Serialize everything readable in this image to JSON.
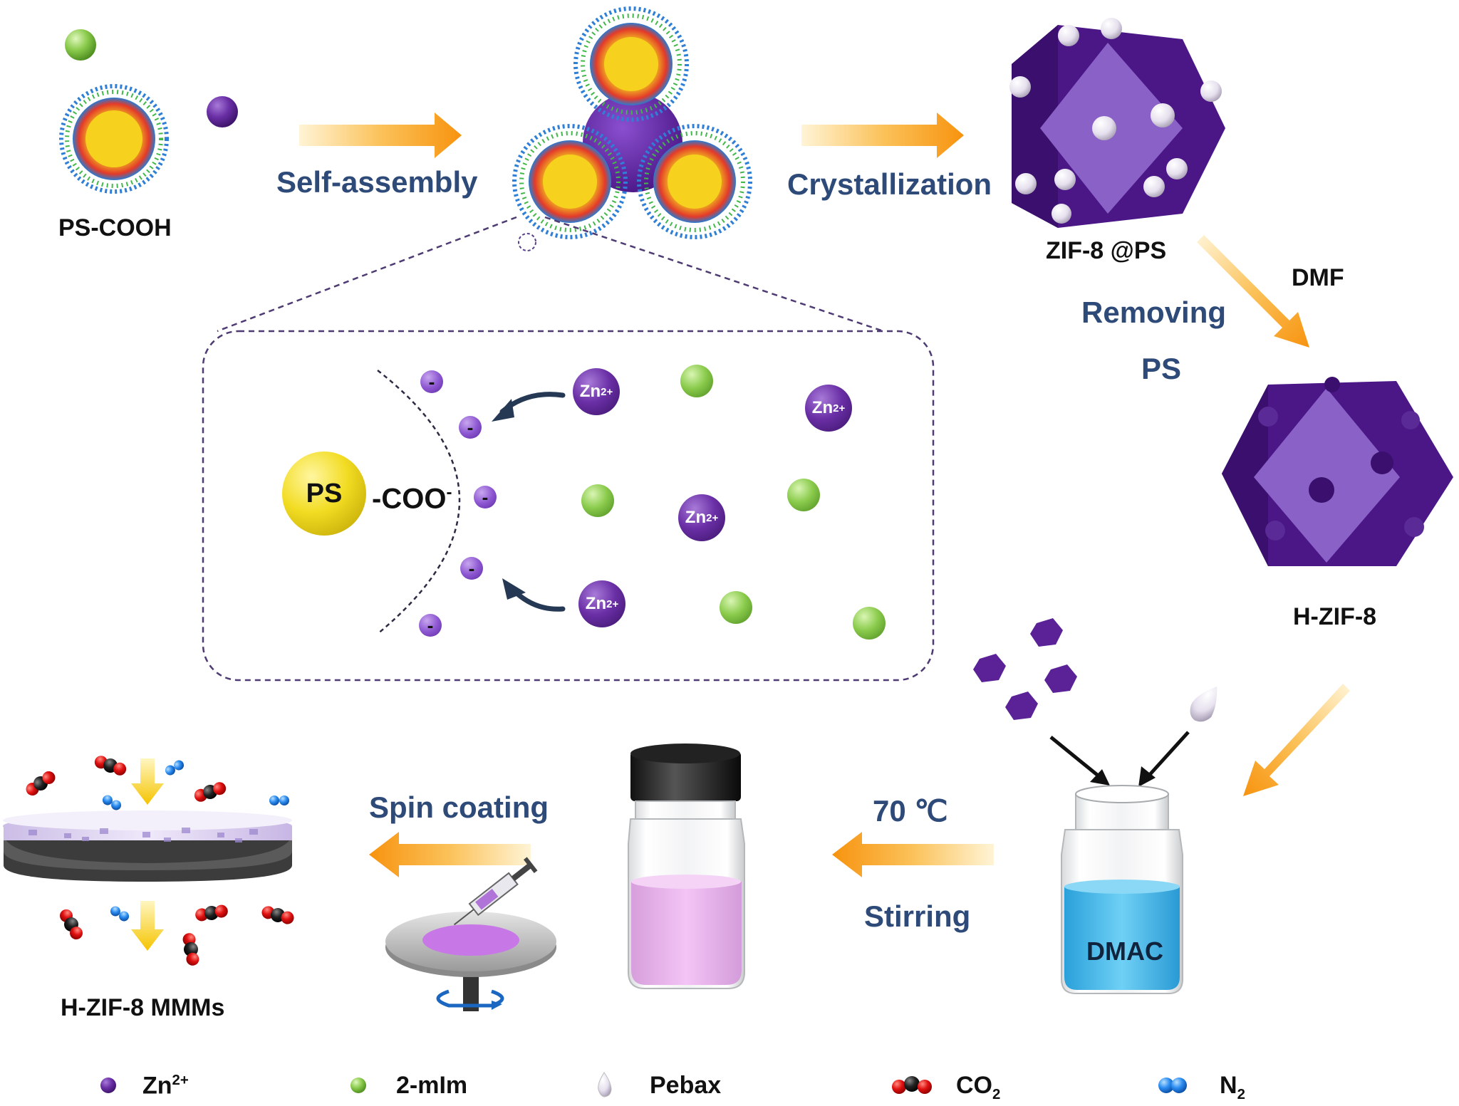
{
  "steps": {
    "self_assembly": "Self-assembly",
    "crystallization": "Crystallization",
    "removing": "Removing",
    "ps": "PS",
    "dmf": "DMF",
    "temperature": "70 ℃",
    "stirring": "Stirring",
    "spin_coating": "Spin coating"
  },
  "labels": {
    "ps_cooh": "PS-COOH",
    "zif8_ps": "ZIF-8 @PS",
    "h_zif8": "H-ZIF-8",
    "dmac": "DMAC",
    "h_zif8_mmms": "H-ZIF-8 MMMs"
  },
  "inset": {
    "ps": "PS",
    "coo": "-COO",
    "coo_charge": "-",
    "zn": "Zn",
    "zn_charge": "2+",
    "minus": "-"
  },
  "legend": {
    "zn": "Zn",
    "zn_charge": "2+",
    "mim": "2-mIm",
    "pebax": "Pebax",
    "co2": "CO",
    "co2_sub": "2",
    "n2": "N",
    "n2_sub": "2"
  },
  "colors": {
    "text_blue": "#2e4a78",
    "zinc_purple": "#5b1f96",
    "mim_green": "#8acb4c",
    "ps_yellow": "#f2dc22",
    "arrow_orange": "#f7930f",
    "dmac_blue": "#3fb4e6",
    "solution_pink": "#eab2ee"
  }
}
